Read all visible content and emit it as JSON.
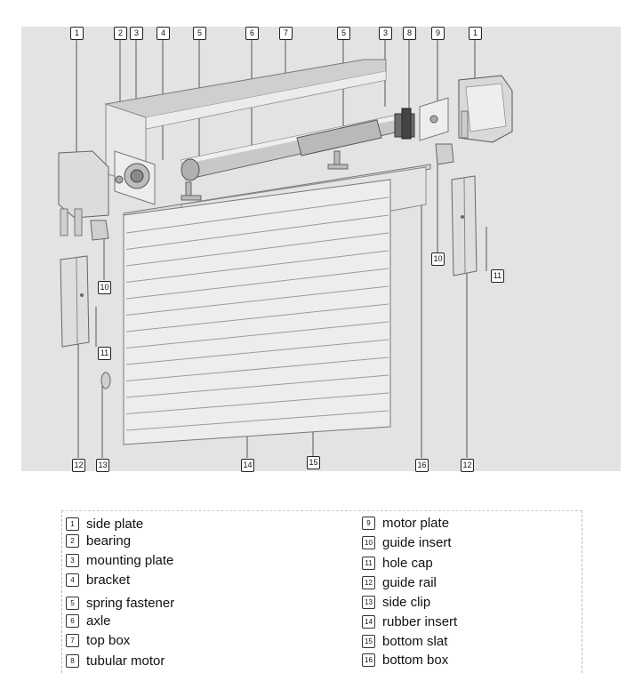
{
  "callouts": {
    "top": [
      "1",
      "2",
      "3",
      "4",
      "5",
      "6",
      "7",
      "5",
      "3",
      "8",
      "9",
      "1"
    ],
    "side": [
      "10",
      "11",
      "10",
      "11"
    ],
    "bottom": [
      "12",
      "13",
      "14",
      "15",
      "16",
      "12"
    ]
  },
  "legend": {
    "left": [
      {
        "num": "1",
        "label": "side plate"
      },
      {
        "num": "2",
        "label": "bearing"
      },
      {
        "num": "3",
        "label": "mounting plate"
      },
      {
        "num": "4",
        "label": "bracket"
      },
      {
        "num": "5",
        "label": "spring fastener"
      },
      {
        "num": "6",
        "label": "axle"
      },
      {
        "num": "7",
        "label": "top box"
      },
      {
        "num": "8",
        "label": "tubular motor"
      }
    ],
    "right": [
      {
        "num": "9",
        "label": "motor plate"
      },
      {
        "num": "10",
        "label": "guide insert"
      },
      {
        "num": "11",
        "label": "hole cap"
      },
      {
        "num": "12",
        "label": "guide rail"
      },
      {
        "num": "13",
        "label": "side clip"
      },
      {
        "num": "14",
        "label": "rubber insert"
      },
      {
        "num": "15",
        "label": "bottom slat"
      },
      {
        "num": "16",
        "label": "bottom box"
      }
    ]
  }
}
